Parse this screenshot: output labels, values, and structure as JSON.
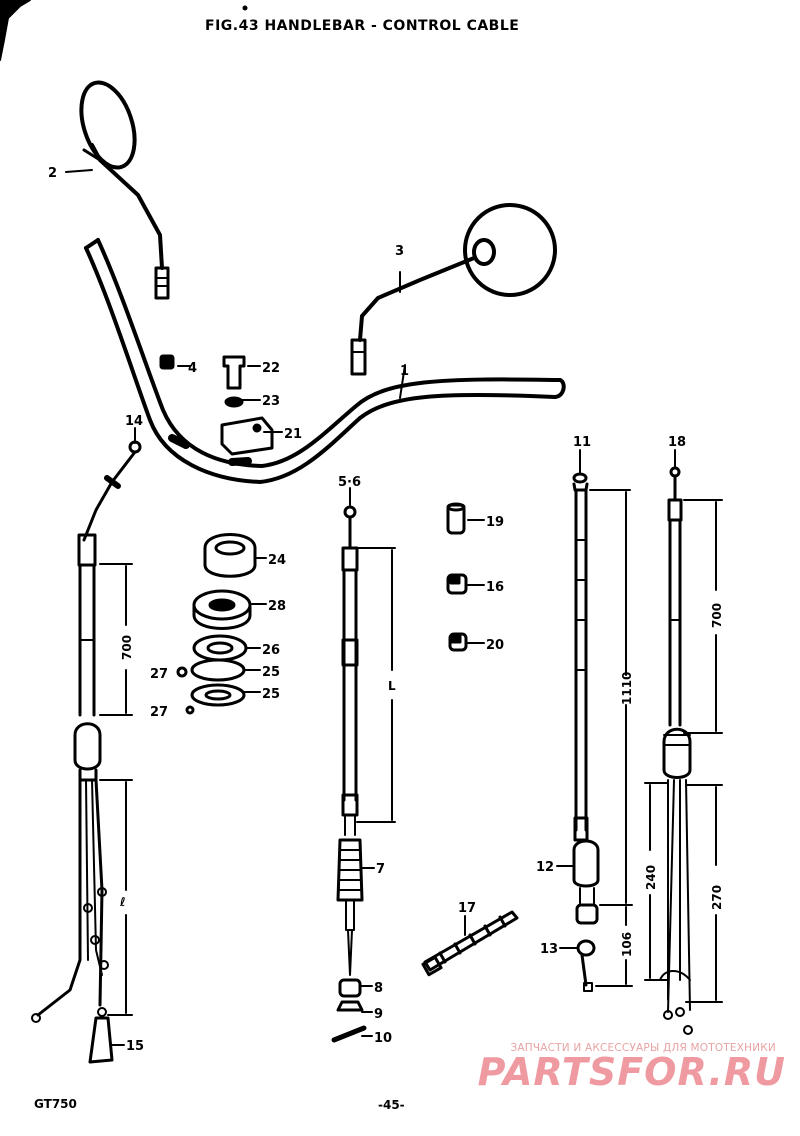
{
  "header": {
    "title": "FIG.43  HANDLEBAR - CONTROL CABLE"
  },
  "footer": {
    "model": "GT750",
    "page": "-45-"
  },
  "watermark": {
    "line1": "ЗАПЧАСТИ И АКСЕССУАРЫ ДЛЯ МОТОТЕХНИКИ",
    "logo": "PARTSFOR.RU"
  },
  "dimensions": {
    "d700a": "700",
    "dL": "L",
    "dl": "ℓ",
    "d1110": "1110",
    "d700b": "700",
    "d240": "240",
    "d270": "270",
    "d106": "106"
  },
  "parts": {
    "p1": "1",
    "p2": "2",
    "p3": "3",
    "p4": "4",
    "p56": "5·6",
    "p7": "7",
    "p8": "8",
    "p9": "9",
    "p10": "10",
    "p11": "11",
    "p12": "12",
    "p13": "13",
    "p14": "14",
    "p15": "15",
    "p16": "16",
    "p17": "17",
    "p18": "18",
    "p19": "19",
    "p20": "20",
    "p21": "21",
    "p22": "22",
    "p23": "23",
    "p24": "24",
    "p25a": "25",
    "p25b": "25",
    "p26": "26",
    "p27a": "27",
    "p27b": "27",
    "p28": "28"
  },
  "colors": {
    "ink": "#000000",
    "paper": "#ffffff",
    "watermark": "#ef9aa0"
  }
}
